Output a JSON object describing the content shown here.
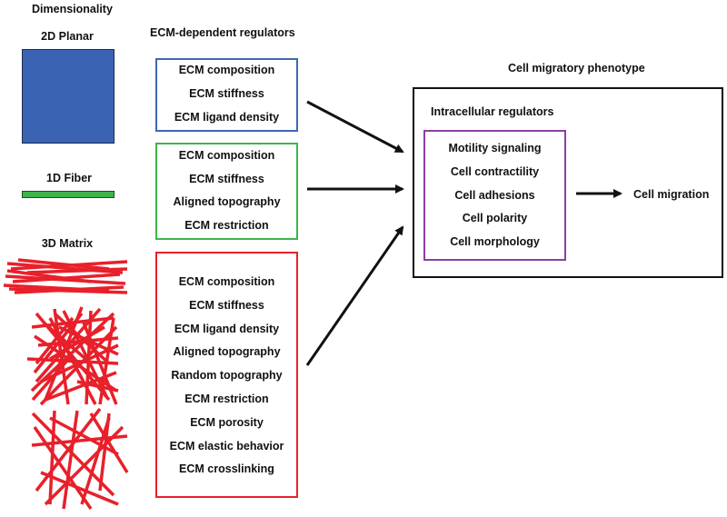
{
  "dimensionality": {
    "title": "Dimensionality",
    "planar_label": "2D Planar",
    "fiber_label": "1D Fiber",
    "matrix_label": "3D Matrix",
    "planar_color": "#3a63b4",
    "fiber_color": "#3db54a",
    "matrix_color": "#e8202a"
  },
  "ecm": {
    "title": "ECM-dependent regulators",
    "planar_items": [
      "ECM composition",
      "ECM stiffness",
      "ECM ligand density"
    ],
    "fiber_items": [
      "ECM composition",
      "ECM stiffness",
      "Aligned topography",
      "ECM restriction"
    ],
    "matrix_items": [
      "ECM composition",
      "ECM stiffness",
      "ECM ligand density",
      "Aligned topography",
      "Random topography",
      "ECM restriction",
      "ECM porosity",
      "ECM elastic behavior",
      "ECM crosslinking"
    ],
    "planar_border": "#3f66b3",
    "fiber_border": "#3cb54a",
    "matrix_border": "#e8202a"
  },
  "phenotype": {
    "title": "Cell migratory phenotype",
    "intracellular_title": "Intracellular regulators",
    "intracellular_items": [
      "Motility signaling",
      "Cell contractility",
      "Cell adhesions",
      "Cell polarity",
      "Cell morphology"
    ],
    "intracellular_border": "#8a3fa6",
    "outcome": "Cell migration"
  }
}
